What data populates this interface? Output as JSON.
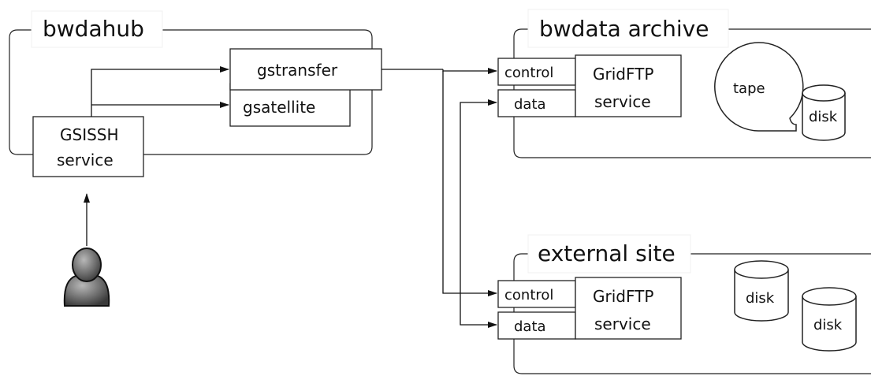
{
  "bwdahub": {
    "title": "bwdahub",
    "gstransfer": "gstransfer",
    "gsatellite": "gsatellite",
    "gsissh_line1": "GSISSH",
    "gsissh_line2": "service"
  },
  "archive": {
    "title": "bwdata archive",
    "control": "control",
    "data": "data",
    "gridftp_line1": "GridFTP",
    "gridftp_line2": "service",
    "tape": "tape",
    "disk": "disk"
  },
  "external": {
    "title": "external site",
    "control": "control",
    "data": "data",
    "gridftp_line1": "GridFTP",
    "gridftp_line2": "service",
    "disk1": "disk",
    "disk2": "disk"
  },
  "icons": {
    "user": "user-icon",
    "tape": "tape-icon",
    "disk": "disk-icon"
  }
}
